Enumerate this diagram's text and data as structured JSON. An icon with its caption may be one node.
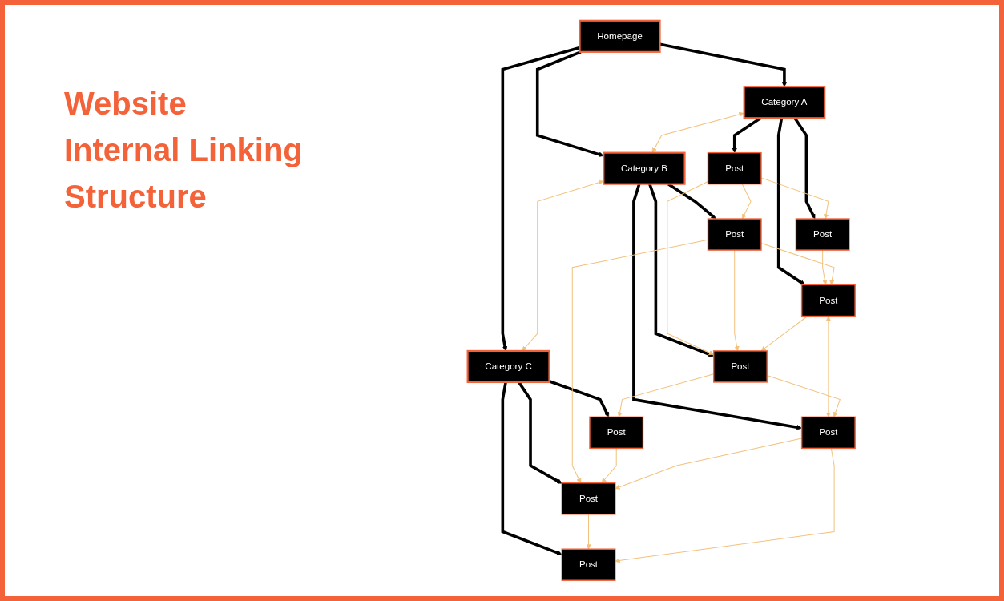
{
  "diagram": {
    "title": "Website Internal Linking Structure",
    "nodes": [
      {
        "text": [
          "Homepage"
        ]
      },
      {
        "text": [
          "Category A"
        ]
      },
      {
        "text": [
          "Category B"
        ]
      },
      {
        "text": [
          "Category C"
        ]
      },
      {
        "text": [
          "Post"
        ]
      },
      {
        "text": [
          "Post"
        ]
      },
      {
        "text": [
          "Post"
        ]
      },
      {
        "text": [
          "Post"
        ]
      },
      {
        "text": [
          "Post"
        ]
      },
      {
        "text": [
          "Post"
        ]
      },
      {
        "text": [
          "Post"
        ]
      },
      {
        "text": [
          "Post"
        ]
      },
      {
        "text": [
          "Post"
        ]
      }
    ],
    "edges": [
      {
        "from": 0,
        "to": 1,
        "arrow": "to",
        "style": "thick",
        "color": "#000000"
      },
      {
        "from": 0,
        "to": 2,
        "arrow": "to",
        "style": "thick",
        "color": "#000000"
      },
      {
        "from": 0,
        "to": 3,
        "arrow": "to",
        "style": "thick",
        "color": "#000000"
      },
      {
        "from": 1,
        "to": 2,
        "arrow": "both"
      },
      {
        "from": 2,
        "to": 3,
        "arrow": "both"
      },
      {
        "from": 1,
        "to": 4,
        "arrow": "to",
        "style": "thick",
        "color": "#000000"
      },
      {
        "from": 1,
        "to": 5,
        "arrow": "to",
        "style": "thick",
        "color": "#000000"
      },
      {
        "from": 1,
        "to": 6,
        "arrow": "to",
        "style": "thick",
        "color": "#000000"
      },
      {
        "from": 2,
        "to": 7,
        "arrow": "to",
        "style": "thick",
        "color": "#000000"
      },
      {
        "from": 2,
        "to": 8,
        "arrow": "to",
        "style": "thick",
        "color": "#000000"
      },
      {
        "from": 2,
        "to": 9,
        "arrow": "to",
        "style": "thick",
        "color": "#000000"
      },
      {
        "from": 3,
        "to": 10,
        "arrow": "to",
        "style": "thick",
        "color": "#000000"
      },
      {
        "from": 3,
        "to": 11,
        "arrow": "to",
        "style": "thick",
        "color": "#000000"
      },
      {
        "from": 3,
        "to": 12,
        "arrow": "to",
        "style": "thick",
        "color": "#000000"
      },
      {
        "from": 4,
        "to": 7,
        "arrow": "to"
      },
      {
        "from": 4,
        "to": 5,
        "arrow": "to"
      },
      {
        "from": 4,
        "to": 8,
        "arrow": "to"
      },
      {
        "from": 5,
        "to": 6,
        "arrow": "to"
      },
      {
        "from": 7,
        "to": 6,
        "arrow": "to"
      },
      {
        "from": 7,
        "to": 8,
        "arrow": "to"
      },
      {
        "from": 7,
        "to": 11,
        "arrow": "to"
      },
      {
        "from": 6,
        "to": 8,
        "arrow": "to"
      },
      {
        "from": 6,
        "to": 9,
        "arrow": "both"
      },
      {
        "from": 8,
        "to": 9,
        "arrow": "to"
      },
      {
        "from": 8,
        "to": 10,
        "arrow": "to"
      },
      {
        "from": 10,
        "to": 11,
        "arrow": "to"
      },
      {
        "from": 11,
        "to": 12,
        "arrow": "to"
      },
      {
        "from": 9,
        "to": 11,
        "arrow": "to"
      },
      {
        "from": 9,
        "to": 12,
        "arrow": "to"
      }
    ]
  }
}
